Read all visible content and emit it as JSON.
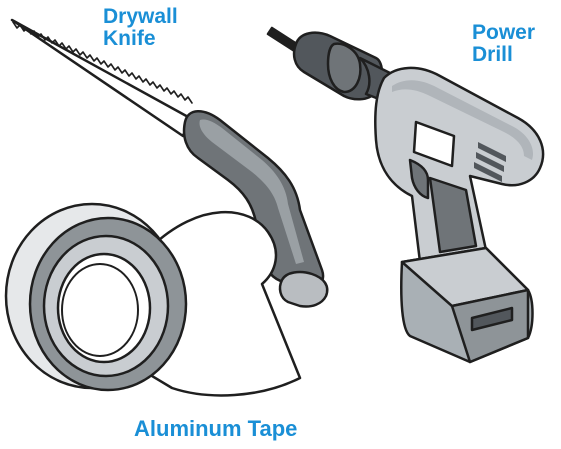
{
  "labels": {
    "knife_line1": "Drywall",
    "knife_line2": "Knife",
    "drill_line1": "Power",
    "drill_line2": "Drill",
    "tape": "Aluminum Tape"
  },
  "colors": {
    "label": "#1a8fd6",
    "outline": "#1f1f1f",
    "handle_dark": "#6f7478",
    "handle_light": "#b9bdc1",
    "drill_body": "#c9cdd1",
    "drill_dark": "#52575c",
    "battery": "#a9b0b5",
    "tape_inner": "#8e9498",
    "tape_light": "#e6e8ea"
  }
}
